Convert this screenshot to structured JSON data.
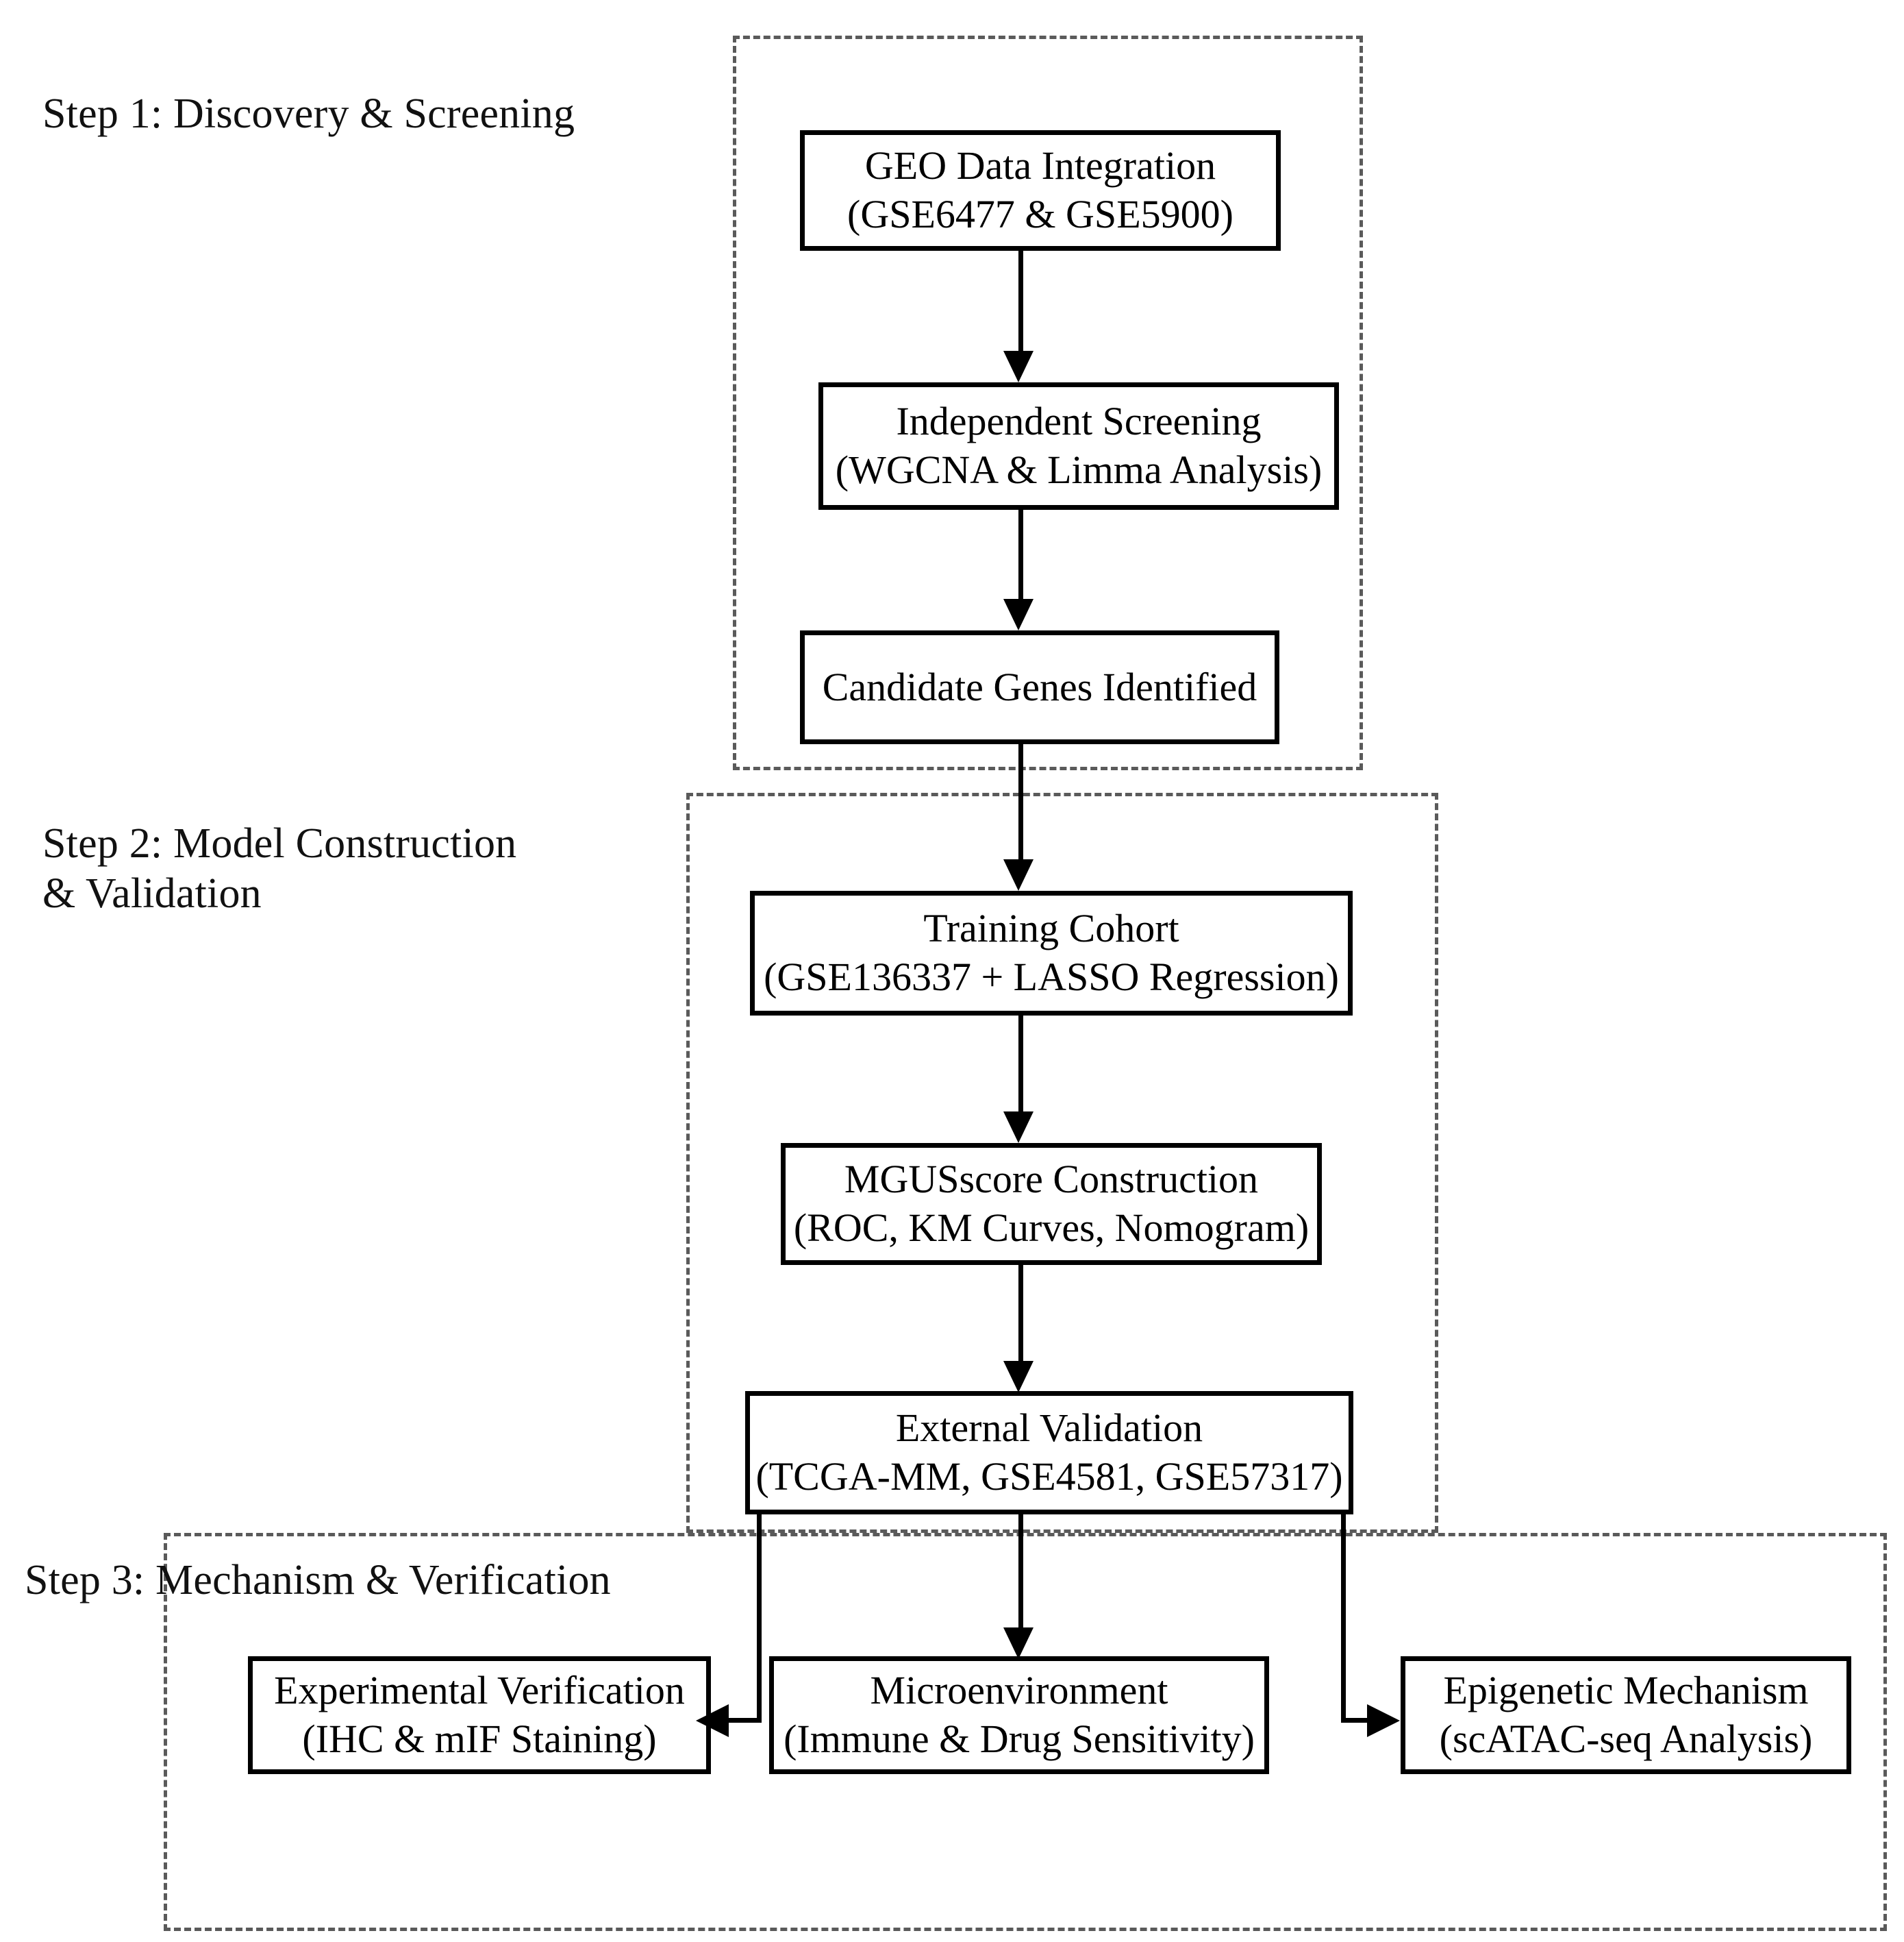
{
  "diagram": {
    "title": "Three-step bioinformatics study workflow",
    "background_color": "#ffffff",
    "box_border_color": "#000000",
    "zone_border_color": "#5a5a5a",
    "connector_color": "#000000"
  },
  "steps": [
    {
      "id": "step1",
      "label": "Step 1: Discovery & Screening"
    },
    {
      "id": "step2",
      "label": "Step 2: Model Construction\n& Validation"
    },
    {
      "id": "step3",
      "label": "Step 3: Mechanism & Verification"
    }
  ],
  "nodes": [
    {
      "id": "geo-data-integration",
      "line1": "GEO Data Integration",
      "line2": "(GSE6477 & GSE5900)"
    },
    {
      "id": "independent-screening",
      "line1": "Independent Screening",
      "line2": "(WGCNA & Limma Analysis)"
    },
    {
      "id": "candidate-genes-identified",
      "line1": "Candidate Genes Identified",
      "line2": ""
    },
    {
      "id": "training-cohort",
      "line1": "Training Cohort",
      "line2": "(GSE136337 + LASSO Regression)"
    },
    {
      "id": "mgusscore-construction",
      "line1": "MGUSscore Construction",
      "line2": "(ROC, KM Curves, Nomogram)"
    },
    {
      "id": "external-validation",
      "line1": "External Validation",
      "line2": "(TCGA-MM, GSE4581, GSE57317)"
    },
    {
      "id": "experimental-verification",
      "line1": "Experimental Verification",
      "line2": "(IHC & mIF Staining)"
    },
    {
      "id": "microenvironment",
      "line1": "Microenvironment",
      "line2": "(Immune & Drug Sensitivity)"
    },
    {
      "id": "epigenetic-mechanism",
      "line1": "Epigenetic Mechanism",
      "line2": "(scATAC-seq Analysis)"
    }
  ],
  "flow": {
    "edges": [
      {
        "from": "geo-data-integration",
        "to": "independent-screening",
        "type": "arrow-down"
      },
      {
        "from": "independent-screening",
        "to": "candidate-genes-identified",
        "type": "arrow-down"
      },
      {
        "from": "candidate-genes-identified",
        "to": "training-cohort",
        "type": "arrow-down"
      },
      {
        "from": "training-cohort",
        "to": "mgusscore-construction",
        "type": "arrow-down"
      },
      {
        "from": "mgusscore-construction",
        "to": "external-validation",
        "type": "arrow-down"
      },
      {
        "from": "external-validation",
        "to": "microenvironment",
        "type": "arrow-down"
      },
      {
        "from": "external-validation",
        "to": "experimental-verification",
        "type": "arrow-left"
      },
      {
        "from": "external-validation",
        "to": "epigenetic-mechanism",
        "type": "arrow-right"
      }
    ]
  }
}
